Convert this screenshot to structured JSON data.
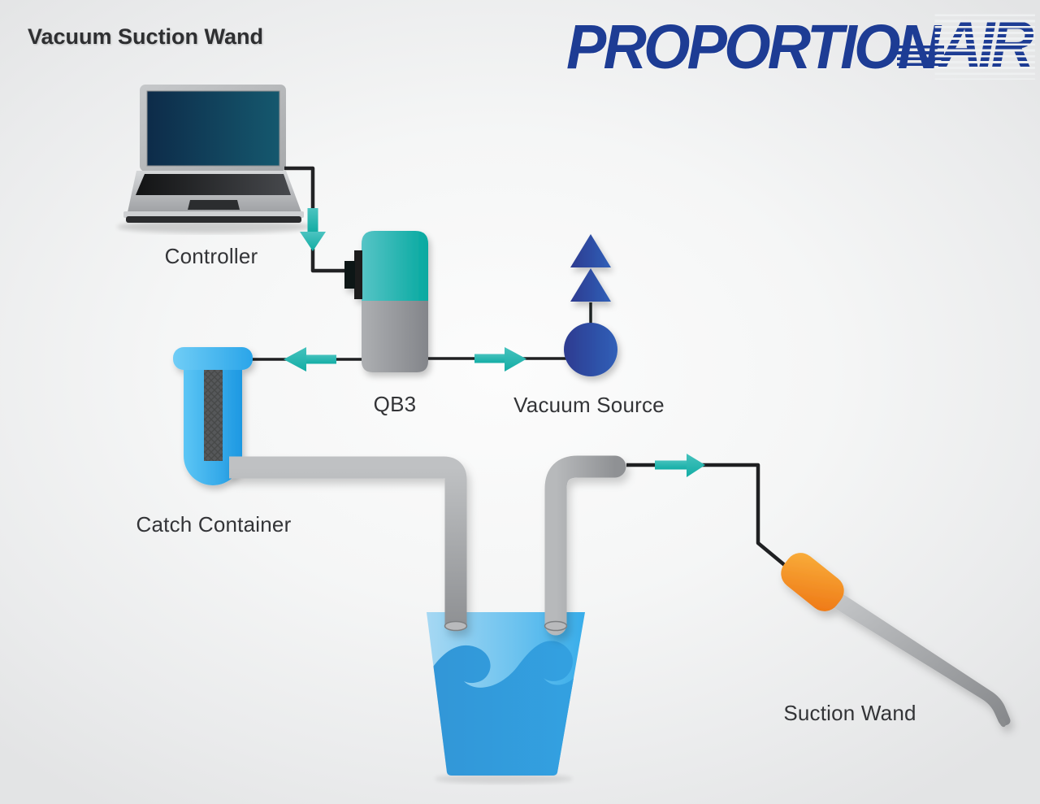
{
  "title": "Vacuum Suction Wand",
  "logo": {
    "part1": "PROPORTION",
    "part2": "AIR",
    "brand_color": "#1d3c94"
  },
  "labels": {
    "controller": "Controller",
    "qb3": "QB3",
    "vacuum_source": "Vacuum Source",
    "catch_container": "Catch Container",
    "suction_wand": "Suction Wand"
  },
  "colors": {
    "accent_teal": "#14ada5",
    "teal_light": "#4cc4c1",
    "vacuum_blue_dark": "#2d3b90",
    "vacuum_blue_light": "#3060b8",
    "container_blue_light": "#5fc8f5",
    "container_blue_dark": "#1f9ce5",
    "water_blue": "#379fdc",
    "tube_gray": "#a5a7a9",
    "handle_orange_light": "#f8a62e",
    "handle_orange_dark": "#ee7514",
    "wire_black": "#222325",
    "screen_navy": "#0d2b49",
    "screen_teal": "#15586e"
  },
  "diagram": {
    "nodes": [
      {
        "id": "controller",
        "label": "Controller",
        "type": "laptop"
      },
      {
        "id": "qb3",
        "label": "QB3",
        "type": "electronic-pressure-regulator"
      },
      {
        "id": "vacuum_source",
        "label": "Vacuum Source",
        "type": "vacuum-symbol"
      },
      {
        "id": "catch_container",
        "label": "Catch Container",
        "type": "inline-filter-tube"
      },
      {
        "id": "liquid_container",
        "label": "",
        "type": "open-container-with-liquid"
      },
      {
        "id": "suction_wand",
        "label": "Suction Wand",
        "type": "handheld-wand"
      }
    ],
    "connections": [
      {
        "from": "controller",
        "to": "qb3",
        "style": "signal-wire-arrow-down"
      },
      {
        "from": "qb3",
        "to": "catch_container",
        "style": "flow-arrow-left"
      },
      {
        "from": "qb3",
        "to": "vacuum_source",
        "style": "flow-arrow-right"
      },
      {
        "from": "catch_container",
        "to": "liquid_container",
        "style": "gray-tube"
      },
      {
        "from": "liquid_container",
        "to": "suction_wand",
        "style": "gray-tube-then-wire-arrow-right"
      }
    ]
  }
}
